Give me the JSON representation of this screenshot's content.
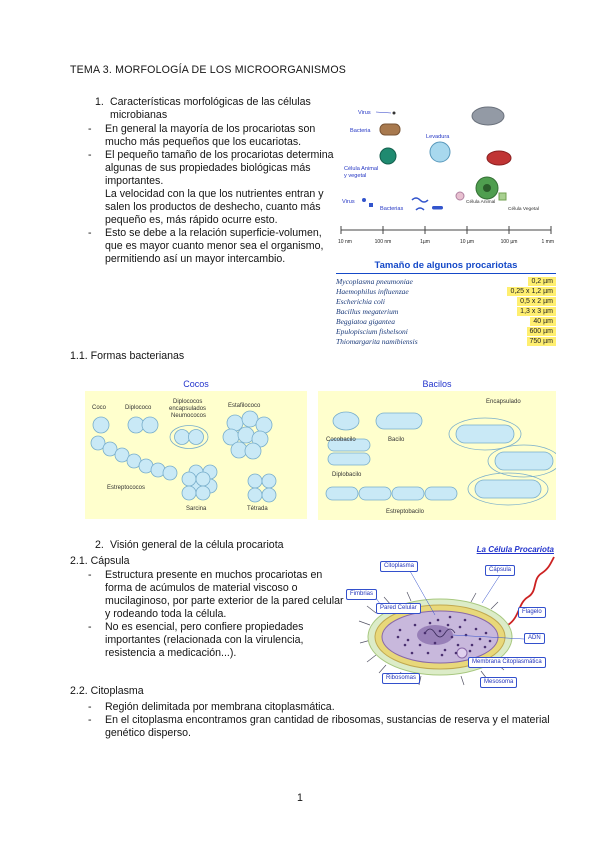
{
  "doc": {
    "title": "TEMA 3. MORFOLOGÍA DE LOS MICROORGANISMOS",
    "page_number": "1"
  },
  "list1": {
    "number": "1.",
    "text": "Características morfológicas de las células microbianas",
    "bullets": [
      {
        "marker": "-",
        "text": "En general la mayoría de los procariotas son mucho más pequeños que los eucariotas."
      },
      {
        "marker": "-",
        "text": "El pequeño tamaño de los procariotas determina algunas de sus propiedades biológicas más importantes.\nLa velocidad con la que los nutrientes entran y salen los productos de deshecho, cuanto más pequeño es, más rápido ocurre esto."
      },
      {
        "marker": "-",
        "text": "Esto se debe a la relación superficie-volumen, que es mayor cuanto menor sea el organismo, permitiendo así un mayor intercambio."
      }
    ]
  },
  "sizes_figure": {
    "labels": {
      "virus_top": "Virus",
      "bacteria": "Bacteria",
      "levadura": "Levadura",
      "celula_animal_line1": "Célula Animal",
      "celula_animal_line2": "y vegetal",
      "virus_bottom": "Virus",
      "bacterias": "Bacterias",
      "celula_animal_small": "Célula Animal",
      "celula_vegetal_small": "Célula Vegetal"
    },
    "scale_ticks": [
      "10 nm",
      "100 nm",
      "1µm",
      "10 µm",
      "100 µm",
      "1 mm"
    ],
    "table": {
      "title": "Tamaño de algunos procariotas",
      "rows": [
        {
          "name": "Mycoplasma pneumoniae",
          "size": "0,2 µm"
        },
        {
          "name": "Haemophilus influenzae",
          "size": "0,25 x 1,2 µm"
        },
        {
          "name": "Escherichia coli",
          "size": "0,5 x 2 µm"
        },
        {
          "name": "Bacillus megaterium",
          "size": "1,3 x 3 µm"
        },
        {
          "name": "Beggiatoa gigantea",
          "size": "40 µm"
        },
        {
          "name": "Epulopiscium fishelsoni",
          "size": "600 µm"
        },
        {
          "name": "Thiomargarita namibiensis",
          "size": "750 µm"
        }
      ]
    }
  },
  "section11": {
    "heading": "1.1. Formas bacterianas"
  },
  "cocos_figure": {
    "title": "Cocos",
    "labels": {
      "coco": "Coco",
      "diplococo": "Diplococo",
      "dip_enc_1": "Diplococos",
      "dip_enc_2": "encapsulados",
      "dip_enc_3": "Neumococos",
      "estafilococo": "Estafilococo",
      "estreptococos": "Estreptococos",
      "sarcina": "Sarcina",
      "tetrada": "Tétrada"
    }
  },
  "bacilos_figure": {
    "title": "Bacilos",
    "labels": {
      "cocobacilo": "Cocobacilo",
      "bacilo": "Bacilo",
      "encapsulado": "Encapsulado",
      "diplobacilo": "Diplobacilo",
      "estreptobacilo": "Estreptobacilo"
    }
  },
  "list2": {
    "number": "2.",
    "text": "Visión general de la célula procariota"
  },
  "section21": {
    "heading": "2.1. Cápsula",
    "bullets": [
      {
        "marker": "-",
        "text": "Estructura presente en muchos procariotas en forma de acúmulos de material viscoso o mucilaginoso, por parte exterior de la pared celular y rodeando toda la célula."
      },
      {
        "marker": "-",
        "text": "No es esencial, pero confiere propiedades importantes (relacionada con la virulencia, resistencia a medicación...)."
      }
    ]
  },
  "cell_figure": {
    "title": "La Célula Procariota",
    "labels": {
      "citoplasma": "Citoplasma",
      "capsula": "Cápsula",
      "fimbrias": "Fimbrias",
      "pared_celular": "Pared Celular",
      "flagelo": "Flagelo",
      "adn": "ADN",
      "membrana": "Membrana Citoplasmática",
      "ribosomas": "Ribosomas",
      "mesosoma": "Mesosoma"
    }
  },
  "section22": {
    "heading": "2.2. Citoplasma",
    "bullets": [
      {
        "marker": "-",
        "text": "Región delimitada por membrana citoplasmática."
      },
      {
        "marker": "-",
        "text": "En el citoplasma encontramos gran cantidad de ribosomas, sustancias de reserva y el material genético disperso."
      }
    ]
  }
}
